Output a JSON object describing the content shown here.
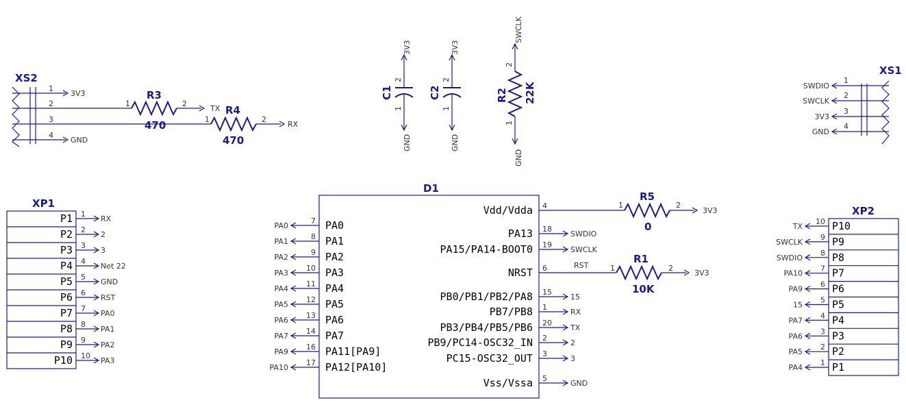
{
  "colors": {
    "wire": "#1a1a8c",
    "text": "#000000",
    "label": "#333333"
  },
  "xs2": {
    "ref": "XS2",
    "pins": [
      {
        "num": "1",
        "net": "3V3"
      },
      {
        "num": "2",
        "net": ""
      },
      {
        "num": "3",
        "net": ""
      },
      {
        "num": "4",
        "net": "GND"
      }
    ]
  },
  "r3": {
    "ref": "R3",
    "value": "470",
    "pin1": "1",
    "pin2": "2",
    "net": "TX"
  },
  "r4": {
    "ref": "R4",
    "value": "470",
    "pin1": "1",
    "pin2": "2",
    "net": "RX"
  },
  "c1": {
    "ref": "C1",
    "pin1": "1",
    "pin2": "2",
    "top_net": "3V3",
    "bottom_net": "GND"
  },
  "c2": {
    "ref": "C2",
    "pin1": "1",
    "pin2": "2",
    "top_net": "3V3",
    "bottom_net": "GND"
  },
  "r2": {
    "ref": "R2",
    "value": "22K",
    "pin1": "1",
    "pin2": "2",
    "top_net": "SWCLK",
    "bottom_net": "GND"
  },
  "xs1": {
    "ref": "XS1",
    "pins": [
      {
        "num": "1",
        "net": "SWDIO"
      },
      {
        "num": "2",
        "net": "SWCLK"
      },
      {
        "num": "3",
        "net": "3V3"
      },
      {
        "num": "4",
        "net": "GND"
      }
    ]
  },
  "xp1": {
    "ref": "XP1",
    "pins": [
      {
        "name": "P1",
        "num": "1",
        "net": "RX"
      },
      {
        "name": "P2",
        "num": "2",
        "net": "2"
      },
      {
        "name": "P3",
        "num": "3",
        "net": "3"
      },
      {
        "name": "P4",
        "num": "4",
        "net": "Net 22"
      },
      {
        "name": "P5",
        "num": "5",
        "net": "GND"
      },
      {
        "name": "P6",
        "num": "6",
        "net": "RST"
      },
      {
        "name": "P7",
        "num": "7",
        "net": "PA0"
      },
      {
        "name": "P8",
        "num": "8",
        "net": "PA1"
      },
      {
        "name": "P9",
        "num": "9",
        "net": "PA2"
      },
      {
        "name": "P10",
        "num": "10",
        "net": "PA3"
      }
    ]
  },
  "xp2": {
    "ref": "XP2",
    "pins": [
      {
        "name": "P10",
        "num": "10",
        "net": "TX"
      },
      {
        "name": "P9",
        "num": "9",
        "net": "SWCLK"
      },
      {
        "name": "P8",
        "num": "8",
        "net": "SWDIO"
      },
      {
        "name": "P7",
        "num": "7",
        "net": "PA10"
      },
      {
        "name": "P6",
        "num": "6",
        "net": "PA9"
      },
      {
        "name": "P5",
        "num": "5",
        "net": "15"
      },
      {
        "name": "P4",
        "num": "4",
        "net": "PA7"
      },
      {
        "name": "P3",
        "num": "3",
        "net": "PA6"
      },
      {
        "name": "P2",
        "num": "2",
        "net": "PA5"
      },
      {
        "name": "P1",
        "num": "1",
        "net": "PA4"
      }
    ]
  },
  "d1": {
    "ref": "D1",
    "left_pins": [
      {
        "name": "PA0",
        "num": "7",
        "net": "PA0"
      },
      {
        "name": "PA1",
        "num": "8",
        "net": "PA1"
      },
      {
        "name": "PA2",
        "num": "9",
        "net": "PA2"
      },
      {
        "name": "PA3",
        "num": "10",
        "net": "PA3"
      },
      {
        "name": "PA4",
        "num": "11",
        "net": "PA4"
      },
      {
        "name": "PA5",
        "num": "12",
        "net": "PA5"
      },
      {
        "name": "PA6",
        "num": "13",
        "net": "PA6"
      },
      {
        "name": "PA7",
        "num": "14",
        "net": "PA7"
      },
      {
        "name": "PA11[PA9]",
        "num": "16",
        "net": "PA9"
      },
      {
        "name": "PA12[PA10]",
        "num": "17",
        "net": "PA10"
      }
    ],
    "right_pins": [
      {
        "name": "Vdd/Vdda",
        "num": "4",
        "net": ""
      },
      {
        "name": "PA13",
        "num": "18",
        "net": "SWDIO"
      },
      {
        "name": "PA15/PA14-BOOT0",
        "num": "19",
        "net": "SWCLK"
      },
      {
        "name": "NRST",
        "num": "6",
        "net": "RST"
      },
      {
        "name": "PB0/PB1/PB2/PA8",
        "num": "15",
        "net": "15"
      },
      {
        "name": "PB7/PB8",
        "num": "1",
        "net": "RX"
      },
      {
        "name": "PB3/PB4/PB5/PB6",
        "num": "20",
        "net": "TX"
      },
      {
        "name": "PB9/PC14-OSC32_IN",
        "num": "2",
        "net": "2"
      },
      {
        "name": "PC15-OSC32_OUT",
        "num": "3",
        "net": "3"
      },
      {
        "name": "Vss/Vssa",
        "num": "5",
        "net": "GND"
      }
    ]
  },
  "r5": {
    "ref": "R5",
    "value": "0",
    "pin1": "1",
    "pin2": "2",
    "net": "3V3"
  },
  "r1": {
    "ref": "R1",
    "value": "10K",
    "pin1": "1",
    "pin2": "2",
    "net": "3V3"
  }
}
